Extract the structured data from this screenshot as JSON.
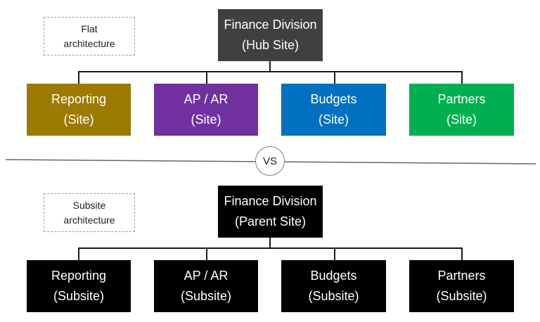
{
  "flat": {
    "note": [
      "Flat",
      "architecture"
    ],
    "hub": {
      "line1": "Finance Division",
      "line2": "(Hub Site)",
      "color": "#404040"
    },
    "sites": [
      {
        "line1": "Reporting",
        "line2": "(Site)",
        "color": "#9C7A00"
      },
      {
        "line1": "AP / AR",
        "line2": "(Site)",
        "color": "#7030A0"
      },
      {
        "line1": "Budgets",
        "line2": "(Site)",
        "color": "#0070C0"
      },
      {
        "line1": "Partners",
        "line2": "(Site)",
        "color": "#00B050"
      }
    ]
  },
  "divider": {
    "label": "VS"
  },
  "subsite": {
    "note": [
      "Subsite",
      "architecture"
    ],
    "parent": {
      "line1": "Finance Division",
      "line2": "(Parent Site)",
      "color": "#000000"
    },
    "sites": [
      {
        "line1": "Reporting",
        "line2": "(Subsite)",
        "color": "#000000"
      },
      {
        "line1": "AP / AR",
        "line2": "(Subsite)",
        "color": "#000000"
      },
      {
        "line1": "Budgets",
        "line2": "(Subsite)",
        "color": "#000000"
      },
      {
        "line1": "Partners",
        "line2": "(Subsite)",
        "color": "#000000"
      }
    ]
  }
}
